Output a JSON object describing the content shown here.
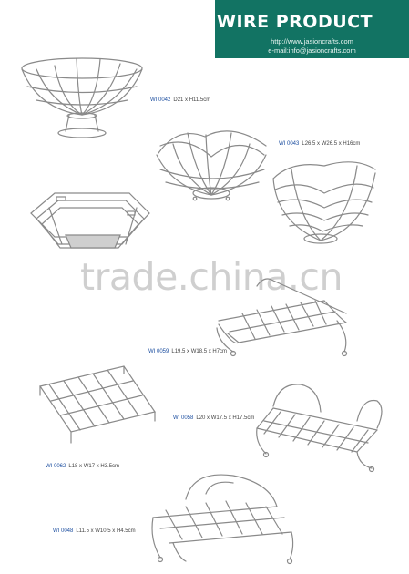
{
  "header": {
    "title": "WIRE PRODUCT",
    "website": "http://www.jasioncrafts.com",
    "email": "e-mail:info@jasioncrafts.com",
    "background": "#127363"
  },
  "watermark": "trade.china.cn",
  "products": [
    {
      "code": "WI 0042",
      "size": "D21 x H11.5cm"
    },
    {
      "code": "WI 0043",
      "size": "L26.5 x W26.5 x H16cm"
    },
    {
      "code": "WI 0059",
      "size": "L19.5 x W18.5 x H7cm"
    },
    {
      "code": "WI 0058",
      "size": "L20 x W17.5 x H17.5cm"
    },
    {
      "code": "WI 0062",
      "size": "L18 x W17 x H3.5cm"
    },
    {
      "code": "WI 0048",
      "size": "L11.5 x W10.5 x H4.5cm"
    }
  ]
}
